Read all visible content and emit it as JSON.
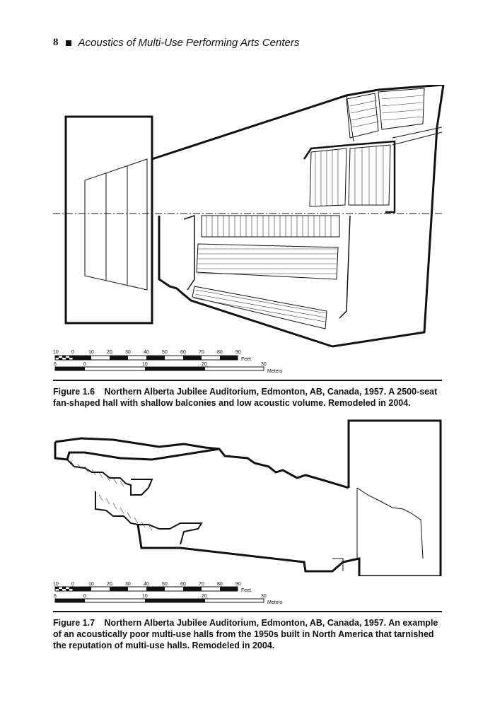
{
  "header": {
    "page_number": "8",
    "running_title": "Acoustics of Multi-Use Performing Arts Centers"
  },
  "scale_bar": {
    "feet_ticks": [
      "10",
      "0",
      "10",
      "20",
      "30",
      "40",
      "50",
      "60",
      "70",
      "80",
      "90"
    ],
    "feet_unit": "Feet",
    "meter_ticks": [
      "5",
      "0",
      "10",
      "20",
      "30"
    ],
    "meter_unit": "Meters"
  },
  "figures": [
    {
      "number": "Figure 1.6",
      "caption": "Northern Alberta Jubilee Auditorium, Edmonton, AB, Canada, 1957. A 2500-seat fan-shaped hall with shallow balconies and low acoustic volume. Remodeled in 2004."
    },
    {
      "number": "Figure 1.7",
      "caption": "Northern Alberta Jubilee Auditorium, Edmonton, AB, Canada, 1957. An example of an acoustically poor multi-use halls from the 1950s built in North America that tarnished the reputation of multi-use halls. Remodeled in 2004."
    }
  ]
}
